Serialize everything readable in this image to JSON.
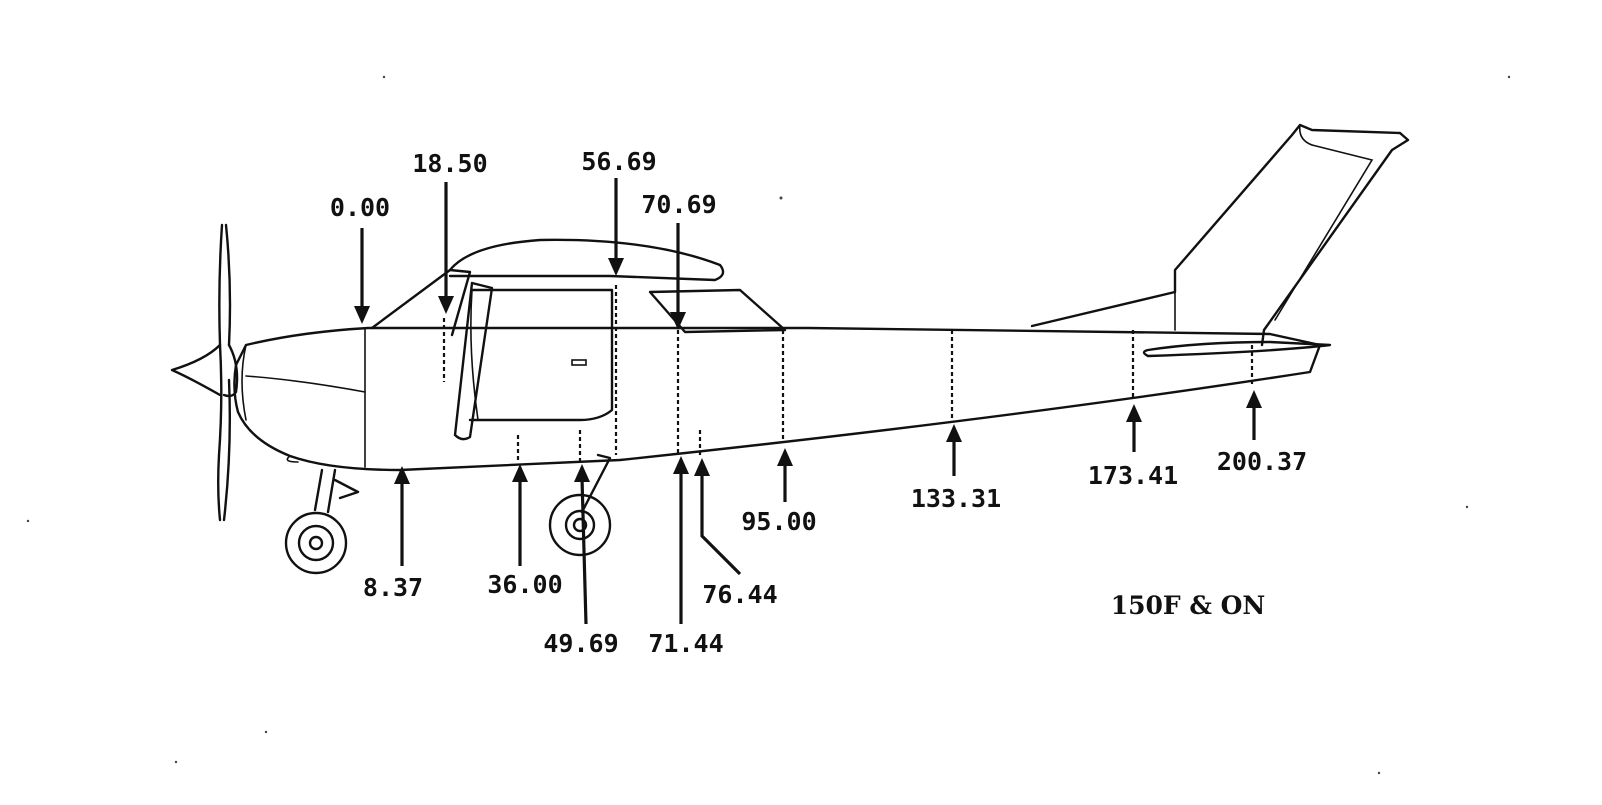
{
  "diagram": {
    "variant_note": "150F & ON",
    "fuselage_stations": [
      "0.00",
      "18.50",
      "56.69",
      "70.69",
      "8.37",
      "36.00",
      "49.69",
      "71.44",
      "76.44",
      "95.00",
      "133.31",
      "173.41",
      "200.37"
    ]
  },
  "icons": {
    "aircraft": "aircraft-side-view-icon",
    "station-arrow": "arrow-icon"
  }
}
